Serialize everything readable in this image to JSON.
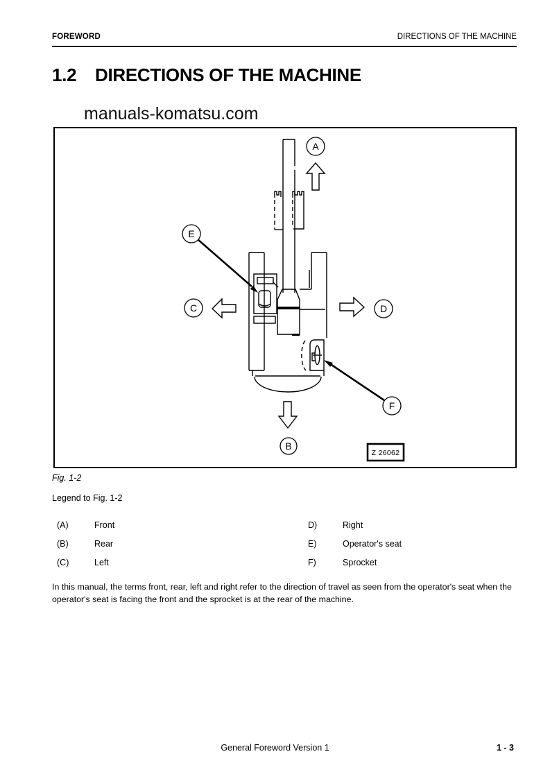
{
  "header": {
    "left": "FOREWORD",
    "right": "DIRECTIONS OF THE MACHINE"
  },
  "section": {
    "number": "1.2",
    "title": "DIRECTIONS OF THE MACHINE"
  },
  "watermark": "manuals-komatsu.com",
  "figure": {
    "caption": "Fig. 1-2",
    "drawing_number": "Z 26062",
    "markers": {
      "front": "A",
      "rear": "B",
      "left": "C",
      "right": "D",
      "operator_seat": "E",
      "sprocket": "F"
    }
  },
  "legend": {
    "heading": "Legend to Fig. 1-2",
    "items": [
      {
        "key": "(A)",
        "label": "Front"
      },
      {
        "key": "(B)",
        "label": "Rear"
      },
      {
        "key": "(C)",
        "label": "Left"
      },
      {
        "key": "D)",
        "label": "Right"
      },
      {
        "key": "E)",
        "label": "Operator's seat"
      },
      {
        "key": "F)",
        "label": "Sprocket"
      }
    ]
  },
  "body_text": "In this manual, the terms front, rear, left and right refer to the direction of travel as seen from the operator's seat when the operator's seat is facing the front and the sprocket is at the rear of the machine.",
  "footer": {
    "center": "General Foreword Version 1",
    "page_number": "1 - 3"
  },
  "colors": {
    "ink": "#000000",
    "paper": "#ffffff"
  }
}
